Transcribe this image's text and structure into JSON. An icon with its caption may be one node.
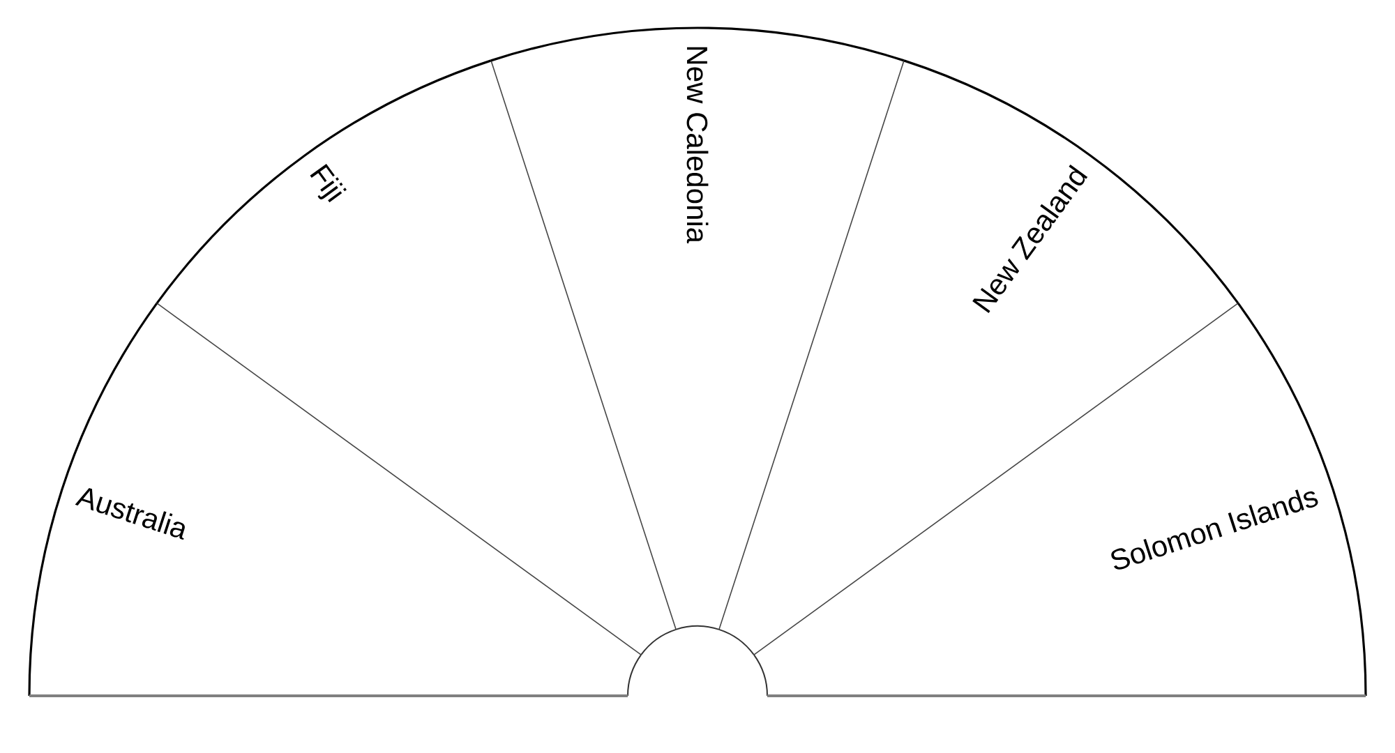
{
  "diagram": {
    "nodes": [
      {
        "text": [
          "Australia"
        ]
      },
      {
        "text": [
          "Fiji"
        ]
      },
      {
        "text": [
          "New Caledonia"
        ]
      },
      {
        "text": [
          "New Zealand"
        ]
      },
      {
        "text": [
          "Solomon Islands"
        ]
      }
    ]
  }
}
